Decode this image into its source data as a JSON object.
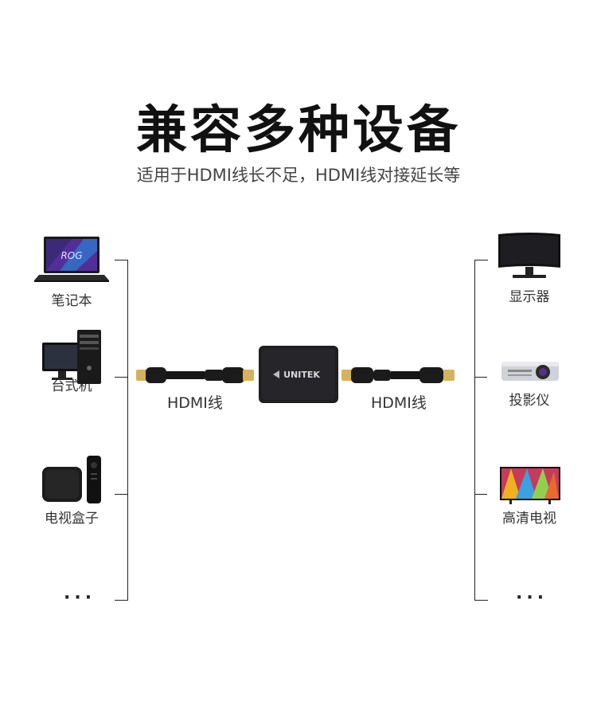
{
  "heading": {
    "title": "兼容多种设备",
    "subtitle": "适用于HDMI线长不足，HDMI线对接延长等"
  },
  "left_devices": [
    {
      "label": "笔记本",
      "icon": "laptop-icon"
    },
    {
      "label": "台式机",
      "icon": "desktop-computer-icon"
    },
    {
      "label": "电视盒子",
      "icon": "tv-box-icon"
    }
  ],
  "right_devices": [
    {
      "label": "显示器",
      "icon": "monitor-icon"
    },
    {
      "label": "投影仪",
      "icon": "projector-icon"
    },
    {
      "label": "高清电视",
      "icon": "hd-tv-icon"
    }
  ],
  "more": "···",
  "cables": {
    "left_label": "HDMI线",
    "right_label": "HDMI线"
  },
  "adapter": {
    "brand": "UNITEK",
    "color": "#1f1f22"
  },
  "laptop_screen_text": "ROG",
  "colors": {
    "line": "#222222",
    "gold": "#d6b25a"
  }
}
